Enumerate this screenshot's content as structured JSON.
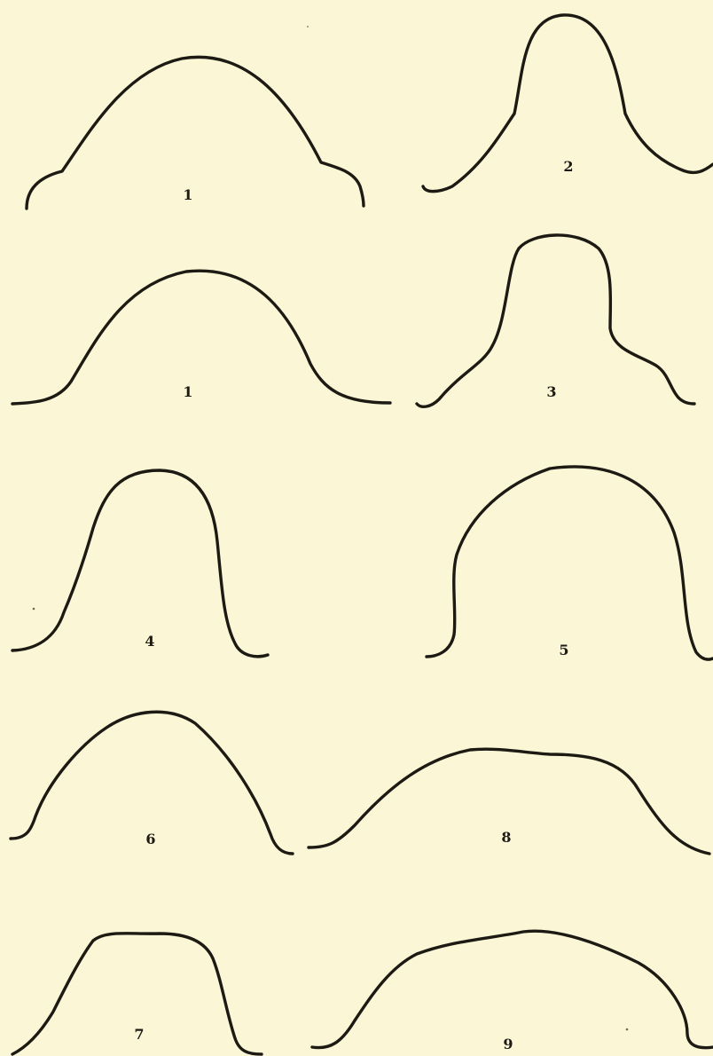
{
  "figures": [
    {
      "id": "fig-1a",
      "label": "1"
    },
    {
      "id": "fig-2",
      "label": "2"
    },
    {
      "id": "fig-1b",
      "label": "1"
    },
    {
      "id": "fig-3",
      "label": "3"
    },
    {
      "id": "fig-4",
      "label": "4"
    },
    {
      "id": "fig-5",
      "label": "5"
    },
    {
      "id": "fig-6",
      "label": "6"
    },
    {
      "id": "fig-8",
      "label": "8"
    },
    {
      "id": "fig-7",
      "label": "7"
    },
    {
      "id": "fig-9",
      "label": "9"
    }
  ],
  "colors": {
    "paper": "#fbf7d6",
    "ink": "#1d1a14"
  }
}
